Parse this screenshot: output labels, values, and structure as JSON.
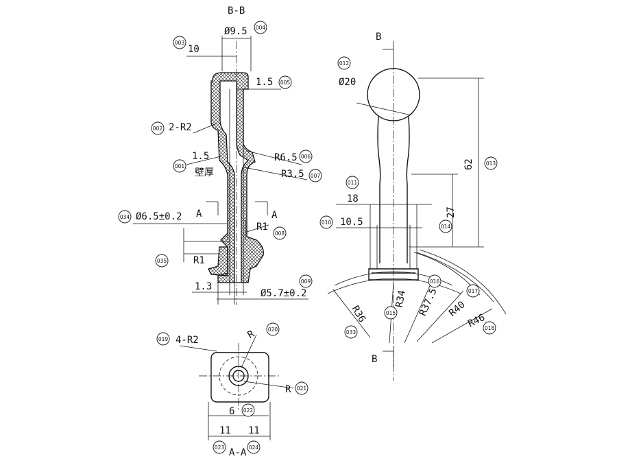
{
  "views": {
    "section_b": "B-B",
    "section_a": "A-A",
    "cut_b_top": "B",
    "cut_b_bottom": "B",
    "cut_a_left": "A",
    "cut_a_right": "A"
  },
  "dims": {
    "d9_5": "Ø9.5",
    "d10": "10",
    "d1_5_top": "1.5",
    "d2r2": "2-R2",
    "d1_5_wall": "1.5",
    "wall_label": "壁厚",
    "r6_5": "R6.5",
    "r3_5": "R3.5",
    "d6_5": "Ø6.5±0.2",
    "r1_right": "R1",
    "r1_left": "R1",
    "d1_3": "1.3",
    "d5_7": "Ø5.7±0.2",
    "d20": "Ø20",
    "d62": "62",
    "d18": "18",
    "d27": "27",
    "d10_5": "10.5",
    "r36": "R36",
    "r34": "R34",
    "r37_5": "R37.5",
    "r40": "R40",
    "r46": "R46",
    "d4r2": "4-R2",
    "r_top": "R",
    "r_bottom": "R",
    "d6": "6",
    "d11_left": "11",
    "d11_right": "11"
  },
  "balloons": [
    "001",
    "002",
    "003",
    "004",
    "005",
    "006",
    "007",
    "008",
    "009",
    "010",
    "011",
    "012",
    "013",
    "014",
    "015",
    "016",
    "017",
    "018",
    "019",
    "020",
    "021",
    "022",
    "023",
    "024",
    "033",
    "034",
    "035"
  ]
}
